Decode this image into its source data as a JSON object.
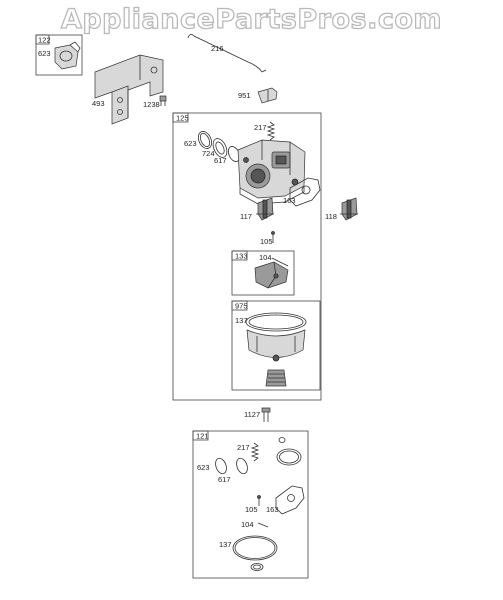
{
  "watermark": "AppliancePartsPros.com",
  "callouts": {
    "box122": "122",
    "l623a": "623",
    "l216": "216",
    "l493": "493",
    "l1238": "1238",
    "l951": "951",
    "box125": "125",
    "l217a": "217",
    "l623b": "623",
    "l724": "724",
    "l617a": "617",
    "l163a": "163",
    "l117": "117",
    "l118": "118",
    "l105a": "105",
    "box133": "133",
    "l104a": "104",
    "box975": "975",
    "l137a": "137",
    "l1127": "1127",
    "box121": "121",
    "l217b": "217",
    "l623c": "623",
    "l617b": "617",
    "l105b": "105",
    "l163b": "163",
    "l104b": "104",
    "l137b": "137"
  }
}
